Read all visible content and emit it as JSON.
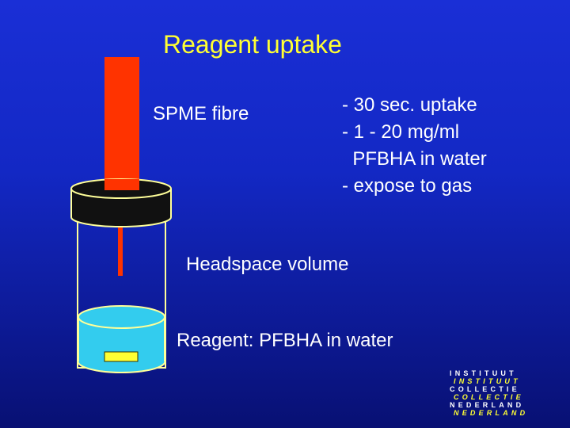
{
  "title": "Reagent uptake",
  "labels": {
    "fibre": "SPME fibre",
    "headspace": "Headspace volume",
    "reagent": "Reagent: PFBHA in water"
  },
  "bullets": [
    "- 30 sec. uptake",
    "- 1 - 20 mg/ml",
    "  PFBHA in water",
    "- expose to gas"
  ],
  "logo": {
    "line1": "INSTITUUT",
    "line2": "INSTITUUT",
    "line3": "COLLECTIE",
    "line4": "COLLECTIE",
    "line5": "NEDERLAND",
    "line6": "NEDERLAND"
  },
  "colors": {
    "title": "#ffff33",
    "fibre": "#ff3300",
    "liquid": "#33ccee",
    "cap": "#111111"
  }
}
